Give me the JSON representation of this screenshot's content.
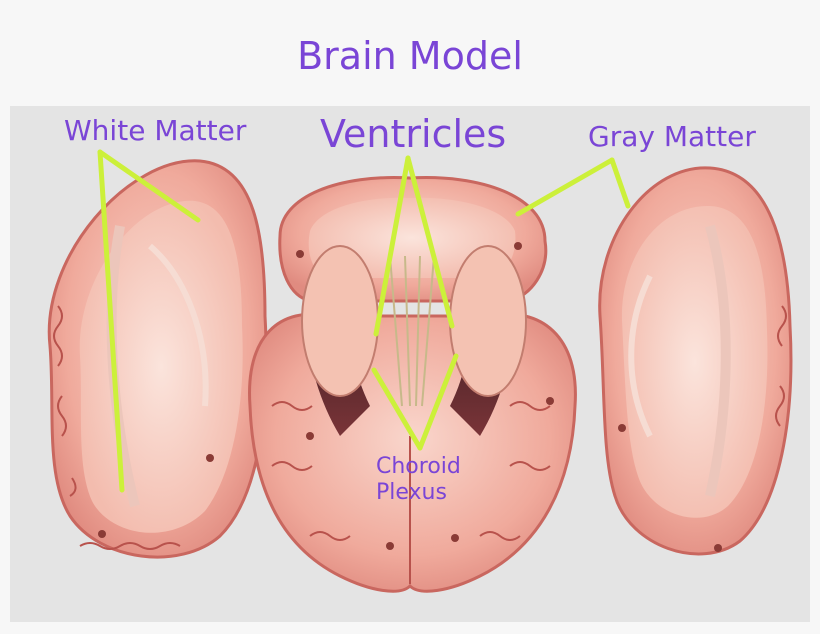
{
  "title": "Brain Model",
  "labels": {
    "white_matter": "White Matter",
    "ventricles": "Ventricles",
    "gray_matter": "Gray Matter",
    "choroid_line1": "Choroid",
    "choroid_line2": "Plexus"
  },
  "colors": {
    "label_text": "#7a45d6",
    "pointer_line": "#ccf03a",
    "tissue": "#f0a99a",
    "tissue_dark": "#d97a72",
    "ventricle": "#4a2a2e",
    "background": "#e6e6e6"
  }
}
